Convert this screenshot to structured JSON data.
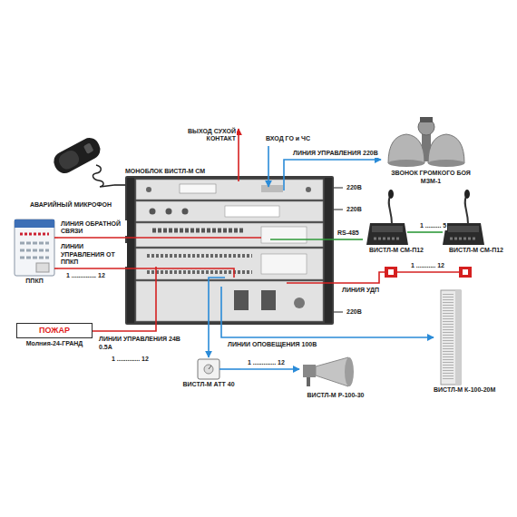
{
  "diagram": {
    "nodes": [
      {
        "text": [
          "АВАРИЙНЫЙ МИКРОФОН"
        ]
      },
      {
        "text": [
          "МОНОБЛОК ВИСТЛ-М СМ"
        ]
      },
      {
        "text": [
          "ЗВОНОК ГРОМКОГО БОЯ МЗМ-1"
        ]
      },
      {
        "text": [
          "ВИСТЛ-М СМ-П12"
        ]
      },
      {
        "text": [
          "ВИСТЛ-М СМ-П12"
        ]
      },
      {
        "text": [
          "ППКП"
        ]
      },
      {
        "text": [
          "ПОЖАР",
          "Молния-24-ГРАНД"
        ]
      },
      {
        "text": [
          "ВИСТЛ-М АТТ 40"
        ]
      },
      {
        "text": [
          "ВИСТЛ-М Р-100-30"
        ]
      },
      {
        "text": [
          "ВИСТЛ-М К-100-20М"
        ]
      }
    ],
    "edges": [
      {
        "from": 0,
        "to": 1,
        "arrow": "none"
      },
      {
        "from": 1,
        "to": 2,
        "label": "ЛИНИЯ УПРАВЛЕНИЯ 220В",
        "arrow": "to"
      },
      {
        "from": 1,
        "to": 3,
        "label": "RS-485",
        "arrow": "none"
      },
      {
        "from": 3,
        "to": 4,
        "label": "1 ......... 5",
        "arrow": "none"
      },
      {
        "from": 5,
        "to": 1,
        "label": "ЛИНИЯ ОБРАТНОЙ СВЯЗИ",
        "arrow": "none"
      },
      {
        "from": 5,
        "to": 1,
        "label": "ЛИНИИ УПРАВЛЕНИЯ ОТ ППКП",
        "arrow": "none"
      },
      {
        "from": 1,
        "to": 6,
        "label": "ЛИНИИ УПРАВЛЕНИЯ 24В 0.5А",
        "arrow": "none"
      },
      {
        "from": 1,
        "to": 7,
        "arrow": "to"
      },
      {
        "from": 7,
        "to": 8,
        "label": "1 ............. 12",
        "arrow": "to"
      },
      {
        "from": 1,
        "to": 9,
        "label": "ЛИНИИ ОПОВЕЩЕНИЯ 100В",
        "arrow": "to"
      }
    ],
    "labels": [
      "ВЫХОД СУХОЙ КОНТАКТ",
      "ВХОД ГО и ЧС",
      "220В",
      "220В",
      "220В",
      "1 .............. 12",
      "ЛИНИЯ УДП",
      "1 ........... 12",
      "1 ............. 12"
    ]
  }
}
